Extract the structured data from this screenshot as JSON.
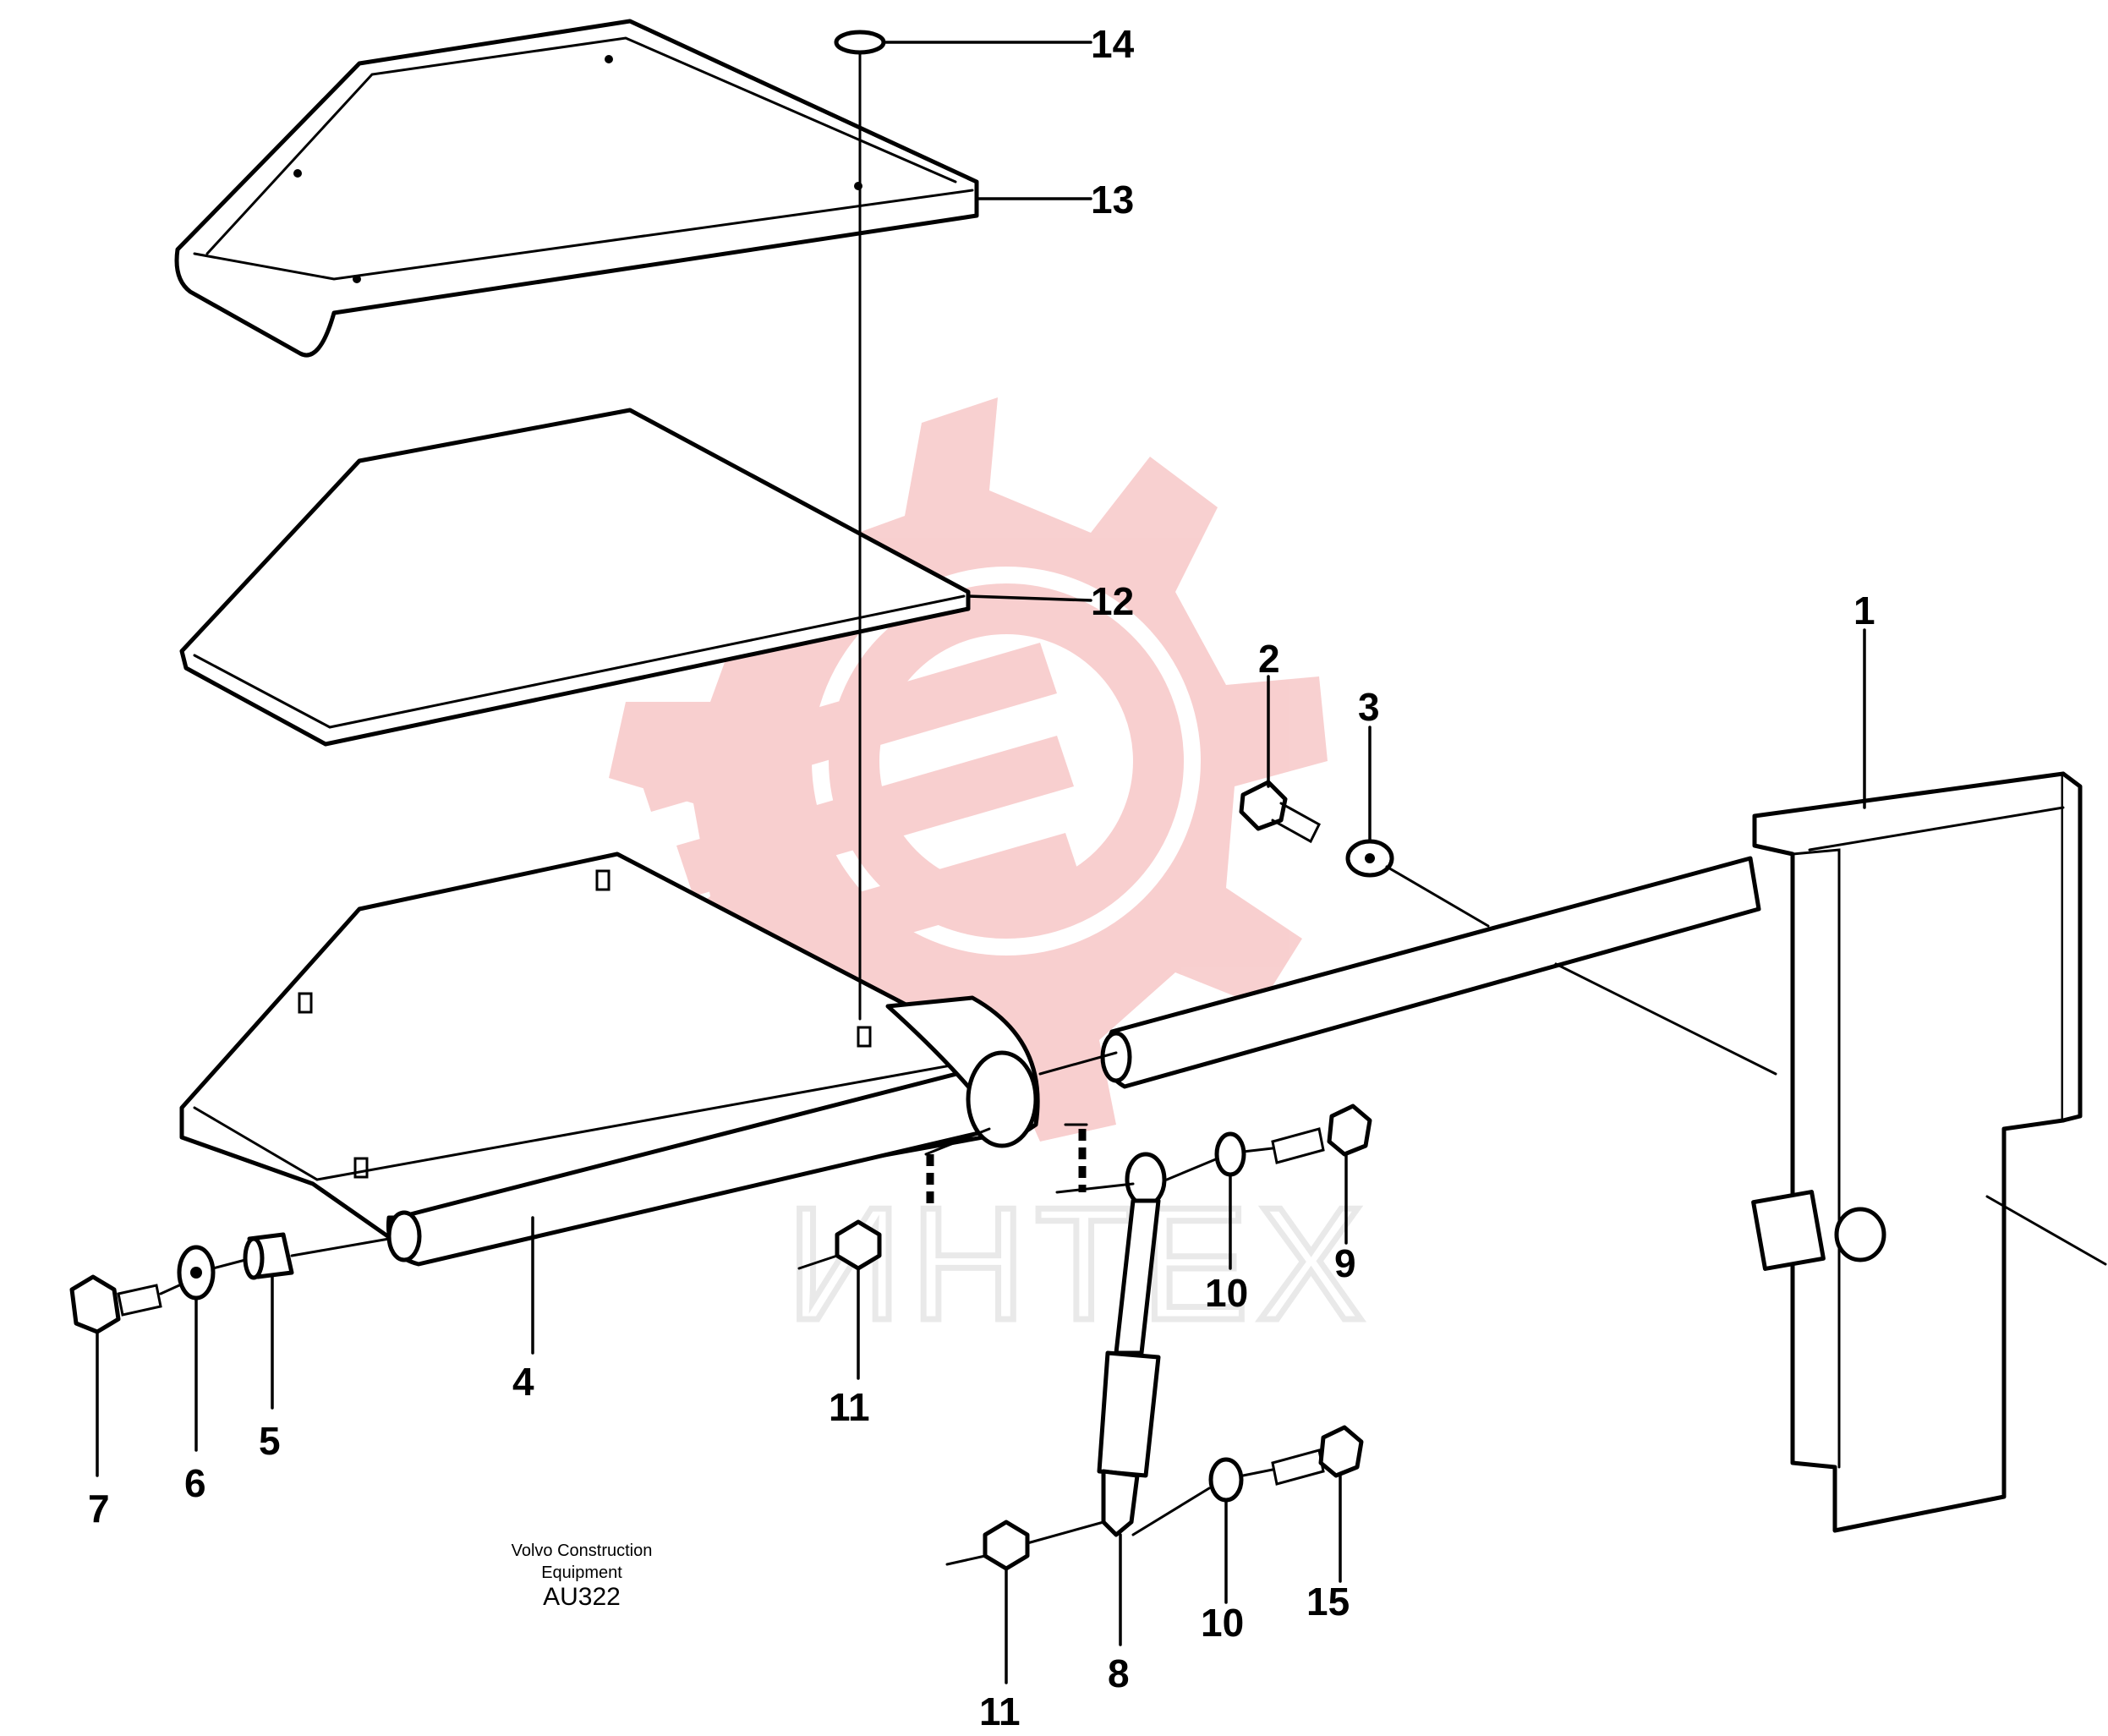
{
  "callouts": [
    {
      "id": "c1",
      "label": "1"
    },
    {
      "id": "c2",
      "label": "2"
    },
    {
      "id": "c3",
      "label": "3"
    },
    {
      "id": "c4",
      "label": "4"
    },
    {
      "id": "c5",
      "label": "5"
    },
    {
      "id": "c6",
      "label": "6"
    },
    {
      "id": "c7",
      "label": "7"
    },
    {
      "id": "c8",
      "label": "8"
    },
    {
      "id": "c9",
      "label": "9"
    },
    {
      "id": "c10a",
      "label": "10"
    },
    {
      "id": "c10b",
      "label": "10"
    },
    {
      "id": "c11a",
      "label": "11"
    },
    {
      "id": "c11b",
      "label": "11"
    },
    {
      "id": "c12",
      "label": "12"
    },
    {
      "id": "c13",
      "label": "13"
    },
    {
      "id": "c14",
      "label": "14"
    },
    {
      "id": "c15",
      "label": "15"
    }
  ],
  "caption": {
    "line1": "Volvo Construction",
    "line2": "Equipment",
    "code": "AU322"
  },
  "watermark": {
    "text": "ИНТЕХ",
    "color": "#f6c4c4"
  }
}
